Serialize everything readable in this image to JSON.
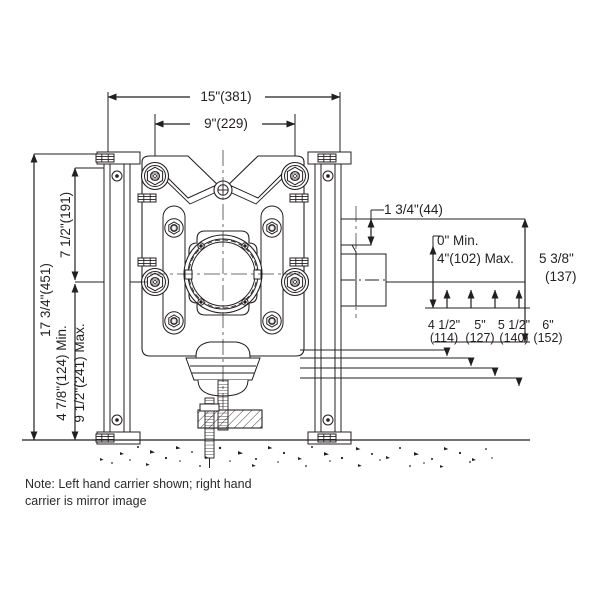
{
  "drawing": {
    "title": "Carrier elevation dimensional drawing",
    "type": "engineering-dimension-drawing",
    "view": "front elevation",
    "stroke_color": "#231f20",
    "dimension_color": "#231f20",
    "background": "#ffffff"
  },
  "dimensions": {
    "top": [
      {
        "id": "overall-width",
        "label": "15\"(381)",
        "inches": 15,
        "mm": 381,
        "orientation": "horizontal"
      },
      {
        "id": "bolt-spacing-width",
        "label": "9\"(229)",
        "inches": 9,
        "mm": 229,
        "orientation": "horizontal"
      }
    ],
    "left": [
      {
        "id": "overall-height",
        "label": "17 3/4\"(451)",
        "inches": 17.75,
        "mm": 451,
        "orientation": "vertical"
      },
      {
        "id": "upper-height",
        "label": "7 1/2\"(191)",
        "inches": 7.5,
        "mm": 191,
        "orientation": "vertical"
      },
      {
        "id": "lower-min",
        "label": "4 7/8\"(124) Min.",
        "inches": 4.875,
        "mm": 124,
        "orientation": "vertical"
      },
      {
        "id": "lower-max",
        "label": "9 1/2\"(241) Max.",
        "inches": 9.5,
        "mm": 241,
        "orientation": "vertical"
      }
    ],
    "right": [
      {
        "id": "outlet-offset",
        "label": "1 3/4\"(44)",
        "inches": 1.75,
        "mm": 44,
        "orientation": "vertical"
      },
      {
        "id": "outlet-min",
        "label": "0\" Min.",
        "inches": 0,
        "mm": 0,
        "orientation": "vertical"
      },
      {
        "id": "outlet-max",
        "label": "4\"(102) Max.",
        "inches": 4,
        "mm": 102,
        "orientation": "vertical"
      },
      {
        "id": "right-overall",
        "label1": "5 3/8\"",
        "label2": "(137)",
        "inches": 5.375,
        "mm": 137,
        "orientation": "vertical"
      }
    ],
    "bottom_right": [
      {
        "id": "dim-4-1-2",
        "label1": "4 1/2\"",
        "label2": "(114)",
        "inches": 4.5,
        "mm": 114,
        "orientation": "horizontal"
      },
      {
        "id": "dim-5",
        "label1": "5\"",
        "label2": "(127)",
        "inches": 5,
        "mm": 127,
        "orientation": "horizontal"
      },
      {
        "id": "dim-5-1-2",
        "label1": "5 1/2\"",
        "label2": "(140)",
        "inches": 5.5,
        "mm": 140,
        "orientation": "horizontal"
      },
      {
        "id": "dim-6",
        "label1": "6\"",
        "label2": "(152)",
        "inches": 6,
        "mm": 152,
        "orientation": "horizontal"
      }
    ]
  },
  "note": {
    "text": "Note:  Left hand carrier shown; right hand\ncarrier is mirror image"
  }
}
